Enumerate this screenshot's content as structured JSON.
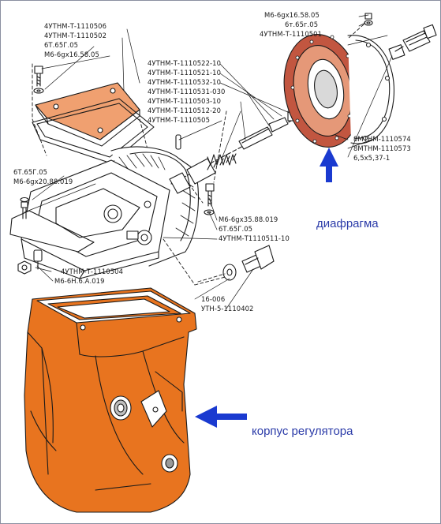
{
  "colors": {
    "callout_text": "#2a3aa8",
    "arrow": "#1a3ad0",
    "housing": "#e8741f",
    "gasket_plate": "#f0a070",
    "diaphragm": "#c25640",
    "ink": "#1a1a1a"
  },
  "callouts": {
    "diaphragm": "диафрагма",
    "housing": "корпус регулятора"
  },
  "labels": {
    "top_left": [
      "4УТНМ-Т-1110506",
      "4УТНМ-Т-1110502",
      "6Т.65Г.05",
      "М6-6gх16.58.05"
    ],
    "top_right": [
      "М6-6gх16.58.05",
      "6т.65г.05",
      "4УТНМ-Т-1110501"
    ],
    "center": [
      "4УТНМ-Т-1110522-10",
      "4УТНМ-Т-1110521-10",
      "4УТНМ-Т-1110532-10",
      "4УТНМ-Т-1110531-030",
      "4УТНМ-Т-1110503-10",
      "4УТНМ-Т-1110512-20",
      "4УТНМ-Т-1110505"
    ],
    "right": [
      "8МТНМ-1110574",
      "8МТНМ-1110573",
      "6,5х5,37-1"
    ],
    "left_mid": [
      "6Т.65Г.05",
      "М6-6gх20.88.019"
    ],
    "mid_right": [
      "М6-6gх35.88.019",
      "6Т.65Г.05",
      "4УТНМ-Т1110511-10"
    ],
    "bottom_left": [
      "4УТНМ-Т-1110504",
      "М6-6Н.6.А.019"
    ],
    "bottom_mid": [
      "16-006",
      "УТН-5-1110402"
    ]
  }
}
